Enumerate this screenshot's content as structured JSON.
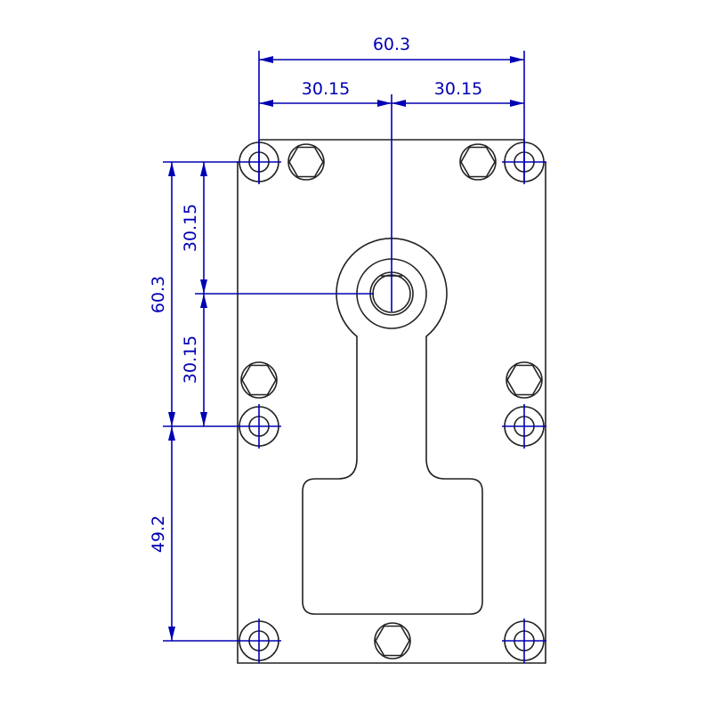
{
  "drawing": {
    "colors": {
      "outline": "#222222",
      "dimension": "#0000b4"
    },
    "dimensions": {
      "top_total": "60.3",
      "top_left_half": "30.15",
      "top_right_half": "30.15",
      "left_total": "60.3",
      "left_upper_half": "30.15",
      "left_lower_half": "30.15",
      "left_bottom": "49.2"
    }
  }
}
